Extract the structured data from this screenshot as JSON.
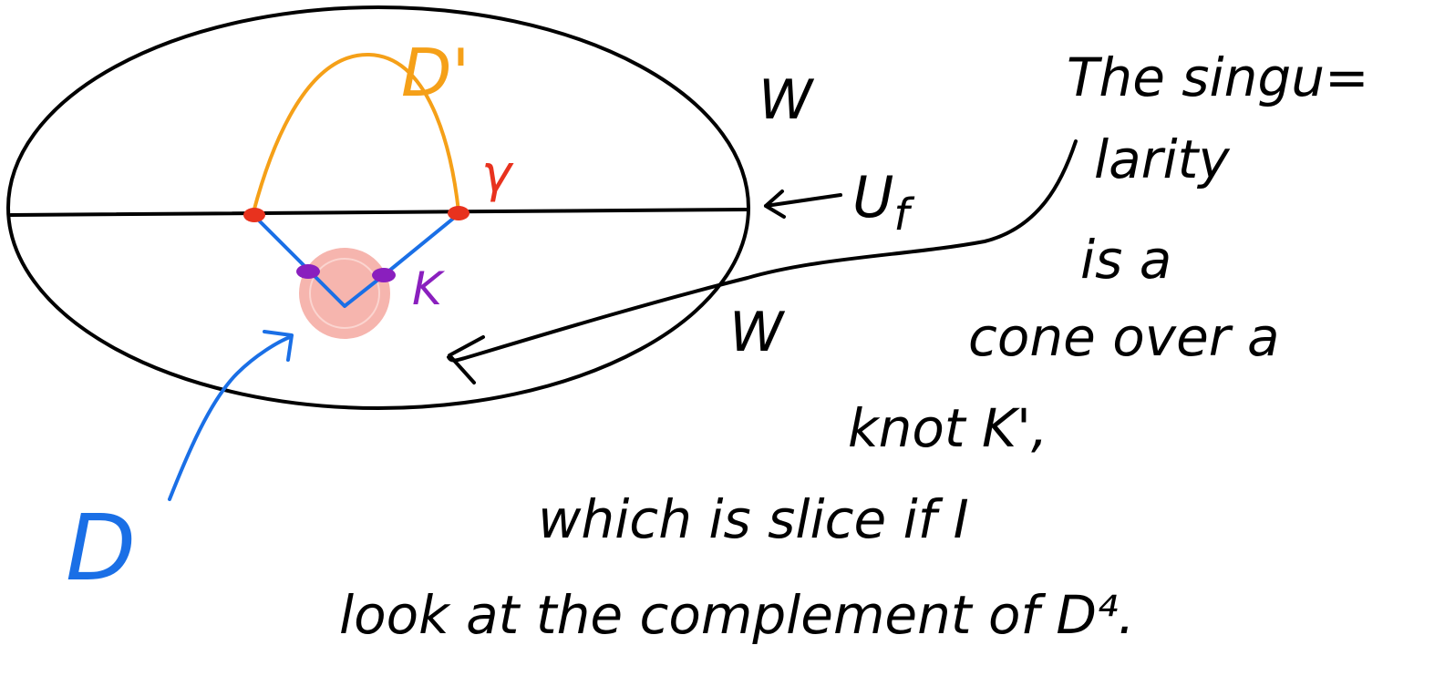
{
  "diagram": {
    "labels": {
      "d_prime": "D'",
      "gamma": "γ",
      "k": "K",
      "w_top": "W",
      "w_bottom": "W",
      "u_f": "U",
      "u_f_subscript": "f",
      "d": "D"
    },
    "note_lines": [
      "The singu=",
      "larity",
      "is a",
      "cone over a",
      "knot K',",
      "which is slice if I",
      "look at the complement of D⁴."
    ],
    "colors": {
      "ink": "#000000",
      "d_prime_arc": "#F5A018",
      "gamma_points": "#E8321E",
      "k_points": "#8A1FBE",
      "d_lines": "#1A6FE6",
      "singularity_fill": "#F4A29A"
    },
    "icons": {
      "curved_arrow": "curved-arrow-icon",
      "u_f_arrow": "left-arrow-icon",
      "d_arrow": "up-arrow-icon"
    }
  }
}
